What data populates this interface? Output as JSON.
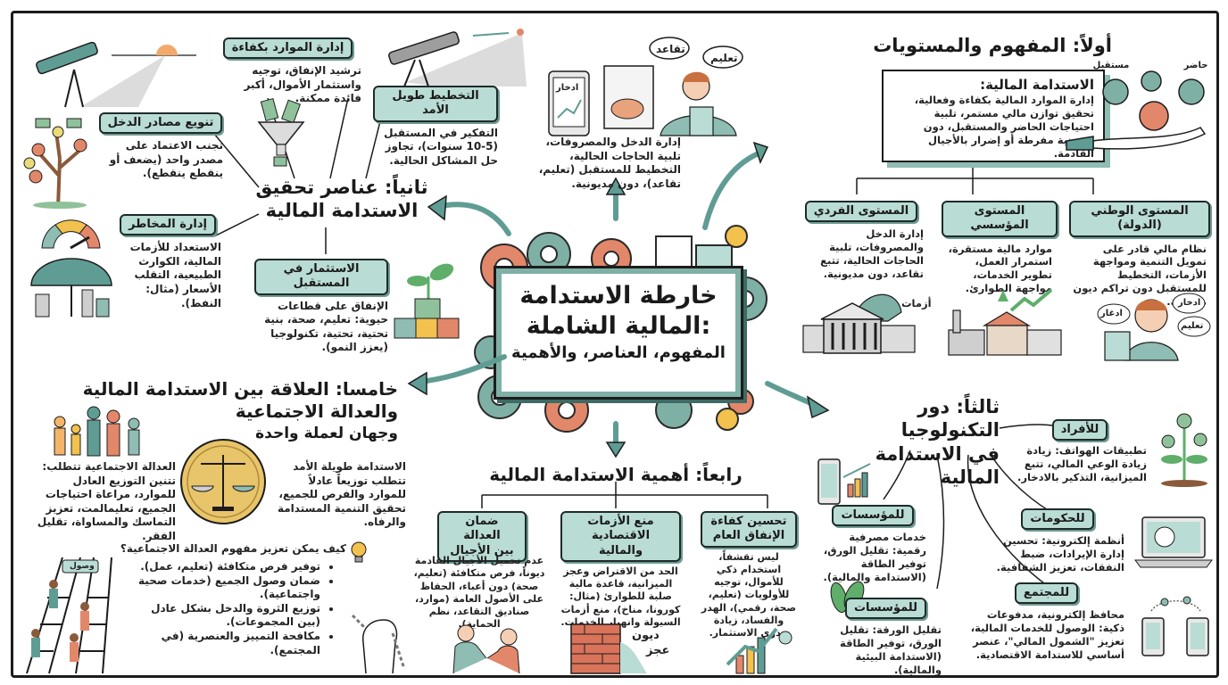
{
  "center": {
    "title_line1": "خارطة الاستدامة",
    "title_line2": "المالية الشاملة:",
    "subtitle": "المفهوم، العناصر، والأهمية"
  },
  "section1": {
    "heading": "أولاً: المفهوم والمستويات",
    "definition_title": "الاستدامة المالية:",
    "definition_text": "إدارة الموارد المالية بكفاءة وفعالية، تحقيق توازن مالي مستمر، تلبية احتياجات الحاضر والمستقبل، دون مديونية مفرطة أو إضرار بالأجيال القادمة.",
    "bags_labels": {
      "present": "حاضر",
      "future": "مستقبل"
    },
    "levels": [
      {
        "title": "المستوى الوطني (الدولة)",
        "text": "نظام مالي قادر على تمويل التنمية ومواجهة الأزمات، التخطيط للمستقبل دون تراكم ديون مفرطة."
      },
      {
        "title": "المستوى المؤسسي",
        "text": "موارد مالية مستقرة، استمرار العمل، تطوير الخدمات، مواجهة الطوارئ."
      },
      {
        "title": "المستوى الفردي",
        "text": "إدارة الدخل والمصروفات، تلبية الحاجات الحالية، تتبع تقاعد، دون مديونية."
      }
    ],
    "illustration_labels": {
      "crisis": "أزمات",
      "savings": "ادخار",
      "saving_alt": "ادغار",
      "education": "تعليم"
    }
  },
  "top_center": {
    "bubbles": [
      "تقاعد",
      "تعليم"
    ],
    "tablet_label": "ادخار",
    "text": "إدارة الدخل والمصروفات، تلبية الحاجات الحالية، التخطيط للمستقبل (تعليم، تقاعد)، دون مديونية."
  },
  "section2": {
    "heading_line1": "ثانياً: عناصر تحقيق",
    "heading_line2": "الاستدامة المالية",
    "elements": [
      {
        "title": "إدارة الموارد بكفاءة",
        "text": "ترشيد الإنفاق، توجيه واستثمار الأموال، أكبر فائدة ممكنة."
      },
      {
        "title": "التخطيط طويل الأمد",
        "text": "التفكير في المستقبل (5-10 سنوات)، تجاوز حل المشاكل الحالية."
      },
      {
        "title": "تنويع مصادر الدخل",
        "text": "تجنب الاعتماد على مصدر واحد (يضعف أو ينقطع ينقطع)."
      },
      {
        "title": "إدارة المخاطر",
        "text": "الاستعداد للأزمات المالية، الكوارث الطبيعية، التقلب الأسعار (مثال: النفط)."
      },
      {
        "title": "الاستثمار في المستقبل",
        "text": "الإنفاق على قطاعات حيوية: تعليم، صحة، بنية تحتية، تحتية، تكنولوجيا (يعزز النمو)."
      }
    ]
  },
  "section3": {
    "heading_line1": "ثالثاً: دور التكنولوجيا",
    "heading_line2": "في الاستدامة المالية",
    "targets": [
      {
        "title": "للأفراد",
        "text": "تطبيقات الهواتف: زيادة زيادة الوعي المالي، تتبع الميزانية، التذكير بالادخار."
      },
      {
        "title": "للمؤسسات",
        "text": "خدمات مصرفية رقمية: تقليل الورق، توفير الطاقة (الاستدامة والمالية)."
      },
      {
        "title": "للحكومات",
        "text": "أنظمة إلكترونية: تحسين إدارة الإيرادات، ضبط النفقات، تعزيز الشفافية."
      },
      {
        "title": "للمؤسسات",
        "text": "تقليل الورقة: تقليل الورق، توفير الطاقة (الاستدامة البيئية والمالية)."
      },
      {
        "title": "للمجتمع",
        "text": "محافظ إلكترونية، مدفوعات ذكية: الوصول للخدمات المالية، تعزيز \"الشمول المالي\"، عنصر أساسي للاستدامة الاقتصادية."
      }
    ]
  },
  "section4": {
    "heading": "رابعاً: أهمية الاستدامة المالية",
    "items": [
      {
        "title_line1": "تحسين كفاءة",
        "title_line2": "الإنفاق العام",
        "text": "ليس تقشفاً، استخدام ذكي للأموال، توجيه للأولويات (تعليم، صحة، رقمي)، الهدر والفساد، زيادة جدوى الاستثمار."
      },
      {
        "title_line1": "منع الأزمات",
        "title_line2": "الاقتصادية والمالية",
        "text": "الحد من الاقتراض وعجز الميزانية، قاعدة مالية صلبة للطوارئ (مثال: كورونا، مناخ)، منع أزمات السيولة وانهيار الخدمات."
      },
      {
        "title_line1": "ضمان العدالة",
        "title_line2": "بين الأجيال",
        "text": "عدم تحميل الأجيال القادمة ديوناً، فرص متكافئة (تعليم، صحة) دون أعباء، الحفاظ على الأصول العامة (موارد، صناديق التقاعد، نظم الحماية)."
      }
    ],
    "wall_labels": {
      "debt": "ديون",
      "deficit": "عجز"
    }
  },
  "section5": {
    "heading_line1": "خامسا: العلاقة بين الاستدامة المالية",
    "heading_line2": "والعدالة الاجتماعية",
    "subheading": "وجهان لعملة واحدة",
    "sustainability_text": "الاستدامة طويلة الأمد تتطلب توزيعاً عادلاً للموارد والفرص للجميع، تحقيق التنمية المستدامة والرفاه.",
    "justice_text": "العدالة الاجتماعية تتطلب: تتنين التوزيع العادل للموارد، مراعاة احتياجات الجميع، تعليمالمت، تعزيز التماسك والمساواة، تقليل الفقر.",
    "question": "كيف يمكن تعزيز مفهوم العدالة الاجتماعية؟",
    "bullets": [
      "توفير فرص متكافئة (تعليم، عمل).",
      "ضمان وصول الجميع (خدمات صحية واجتماعية).",
      "توزيع الثروة والدخل بشكل عادل (بين المجموعات).",
      "مكافحة التمييز والعنصرية (في المجتمع)."
    ],
    "ladder_label": "وصول"
  },
  "colors": {
    "accent_teal": "#5f9d94",
    "tag_fill": "#b9dcd4",
    "orange": "#e2876a",
    "yellow": "#f2c14e",
    "ink": "#1c1c1c"
  }
}
